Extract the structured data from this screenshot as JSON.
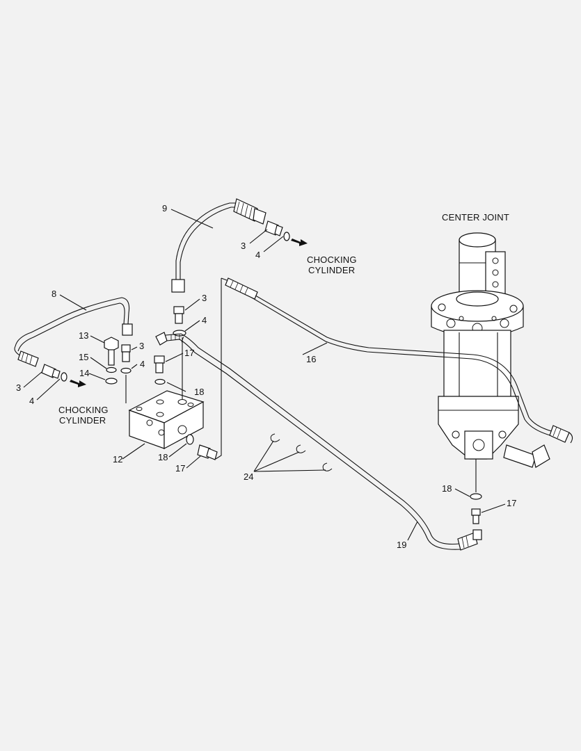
{
  "captions": {
    "center_joint": "CENTER JOINT",
    "chocking_cylinder_right_1": "CHOCKING",
    "chocking_cylinder_right_2": "CYLINDER",
    "chocking_cylinder_left_1": "CHOCKING",
    "chocking_cylinder_left_2": "CYLINDER"
  },
  "callouts": {
    "c9": "9",
    "c3_top": "3",
    "c4_top": "4",
    "c8": "8",
    "c3_mid": "3",
    "c4_mid": "4",
    "c13": "13",
    "c3_block": "3",
    "c15": "15",
    "c4_block": "4",
    "c17_block": "17",
    "c14": "14",
    "c3_left": "3",
    "c4_left": "4",
    "c18_block": "18",
    "c12": "12",
    "c18_low": "18",
    "c17_low": "17",
    "c16": "16",
    "c24": "24",
    "c18_right": "18",
    "c17_right": "17",
    "c19": "19"
  }
}
